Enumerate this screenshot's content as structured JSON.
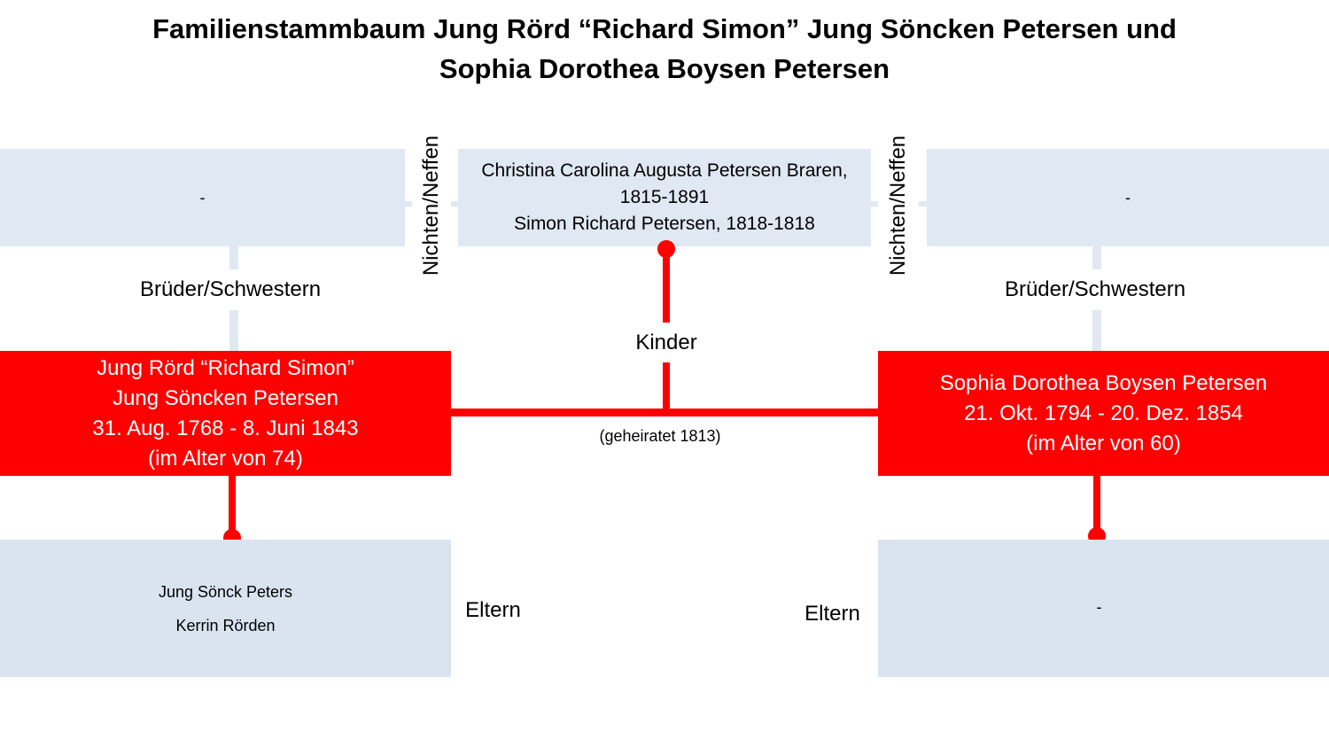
{
  "title": {
    "line1": "Familienstammbaum Jung Rörd “Richard Simon” Jung Söncken Petersen und",
    "line2": "Sophia Dorothea Boysen Petersen"
  },
  "left_siblings": {
    "value": "-"
  },
  "right_siblings": {
    "value": "-"
  },
  "children": {
    "lines": [
      "Christina Carolina Augusta Petersen Braren,",
      "1815-1891",
      "Simon Richard Petersen, 1818-1818"
    ]
  },
  "labels": {
    "nieces_nephews_left": "Nichten/Neffen",
    "nieces_nephews_right": "Nichten/Neffen",
    "siblings_left": "Brüder/Schwestern",
    "siblings_right": "Brüder/Schwestern",
    "children": "Kinder",
    "married": "(geheiratet 1813)",
    "parents_left": "Eltern",
    "parents_right": "Eltern"
  },
  "person_left": {
    "lines": [
      "Jung Rörd “Richard Simon”",
      "Jung Söncken Petersen",
      "31. Aug. 1768 - 8. Juni 1843",
      "(im Alter von 74)"
    ]
  },
  "person_right": {
    "lines": [
      "Sophia Dorothea Boysen Petersen",
      "21. Okt. 1794 - 20. Dez. 1854",
      "(im Alter von 60)"
    ]
  },
  "parents_left": {
    "names": [
      "Jung Sönck Peters",
      "Kerrin Rörden"
    ]
  },
  "parents_right": {
    "value": "-"
  },
  "colors": {
    "accent": "#ff0000",
    "light_box": "#dfe8f3",
    "parent_box": "#dae3f0",
    "text": "#000000",
    "inverse_text": "#ffffff"
  }
}
